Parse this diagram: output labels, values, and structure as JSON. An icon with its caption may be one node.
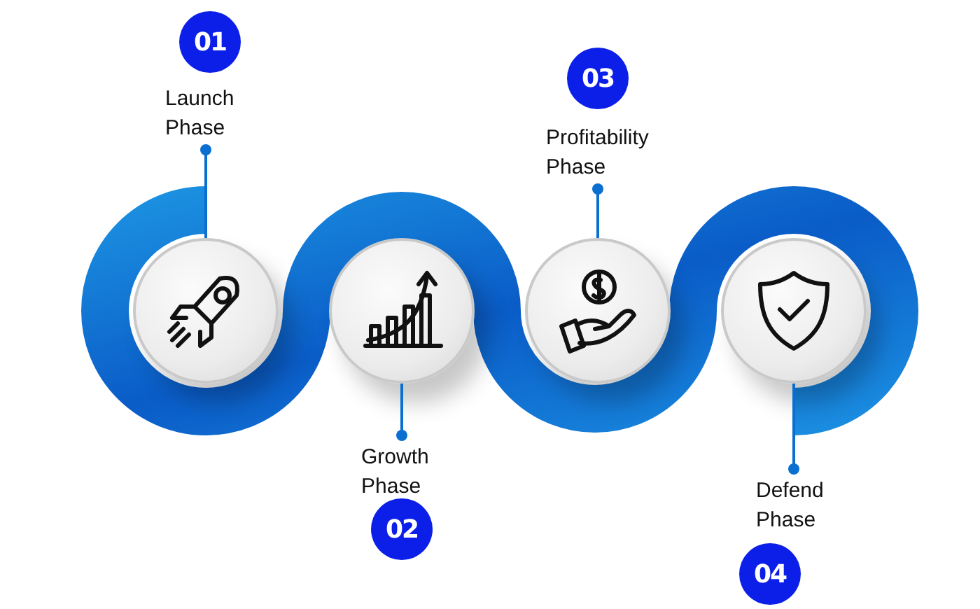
{
  "diagram": {
    "nodes": [
      {
        "text": [
          "01"
        ]
      },
      {
        "text": [
          "Launch Phase"
        ]
      },
      {
        "text": [],
        "shape": "circle"
      },
      {
        "text": [],
        "shape": "circle"
      },
      {
        "text": [
          "Growth Phase"
        ]
      },
      {
        "text": [
          "02"
        ]
      },
      {
        "text": [
          "03"
        ]
      },
      {
        "text": [
          "Profitability Phase"
        ]
      },
      {
        "text": [],
        "shape": "circle"
      },
      {
        "text": [],
        "shape": "circle"
      },
      {
        "text": [
          "Defend Phase"
        ]
      },
      {
        "text": [
          "04"
        ]
      }
    ],
    "edges": [
      {
        "from": 1,
        "to": 2,
        "arrow": "other"
      },
      {
        "from": 4,
        "to": 3,
        "arrow": "other"
      },
      {
        "from": 7,
        "to": 8,
        "arrow": "other"
      },
      {
        "from": 10,
        "to": 9,
        "arrow": "other"
      }
    ]
  }
}
